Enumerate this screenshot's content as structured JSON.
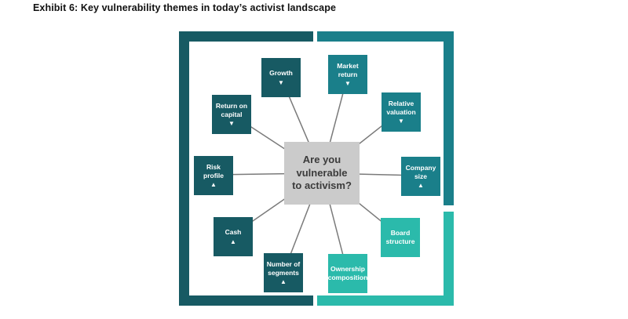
{
  "title": "Exhibit 6: Key vulnerability themes in today’s activist landscape",
  "center": {
    "label": "Are you\nvulnerable\nto activism?"
  },
  "nodes": {
    "growth": {
      "label": "Growth",
      "arrow": "▼",
      "tone": "dark"
    },
    "market_return": {
      "label": "Market\nreturn",
      "arrow": "▼",
      "tone": "medium"
    },
    "return_on_capital": {
      "label": "Return on\ncapital",
      "arrow": "▼",
      "tone": "dark"
    },
    "relative_valuation": {
      "label": "Relative\nvaluation",
      "arrow": "▼",
      "tone": "medium"
    },
    "risk_profile": {
      "label": "Risk\nprofile",
      "arrow": "▲",
      "tone": "dark"
    },
    "company_size": {
      "label": "Company\nsize",
      "arrow": "▲",
      "tone": "medium"
    },
    "cash": {
      "label": "Cash",
      "arrow": "▲",
      "tone": "dark"
    },
    "board_structure": {
      "label": "Board\nstructure",
      "arrow": "",
      "tone": "light"
    },
    "number_of_segments": {
      "label": "Number of\nsegments",
      "arrow": "▲",
      "tone": "dark"
    },
    "ownership_composition": {
      "label": "Ownership\ncomposition",
      "arrow": "",
      "tone": "light"
    }
  },
  "colors": {
    "dark-teal": "#175A63",
    "medium-teal": "#1A7F8A",
    "light-teal": "#2BBAAB",
    "center-gray": "#CBCBCB",
    "line-gray": "#7A7A7A"
  }
}
